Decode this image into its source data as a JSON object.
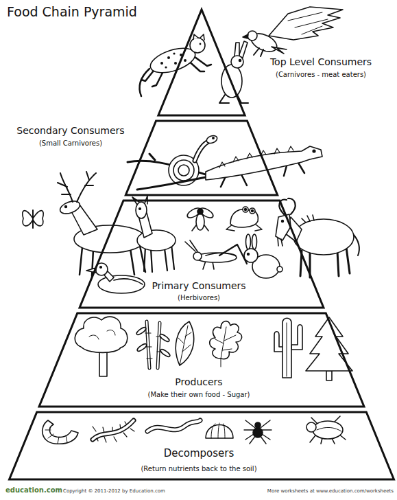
{
  "diagram": {
    "title": "Food Chain Pyramid",
    "nodes": [
      {
        "text": [
          "Top Level Consumers",
          "(Carnivores - meat eaters)"
        ]
      },
      {
        "text": [
          "Secondary Consumers",
          "(Small Carnivores)"
        ]
      },
      {
        "text": [
          "Primary Consumers",
          "(Herbivores)"
        ]
      },
      {
        "text": [
          "Producers",
          "(Make their own food - Sugar)"
        ]
      },
      {
        "text": [
          "Decomposers",
          "(Return nutrients back to the soil)"
        ]
      }
    ],
    "labels": [
      "education.com",
      "Copyright © 2011-2012 by Education.com",
      "More worksheets at www.education.com/worksheets"
    ]
  }
}
